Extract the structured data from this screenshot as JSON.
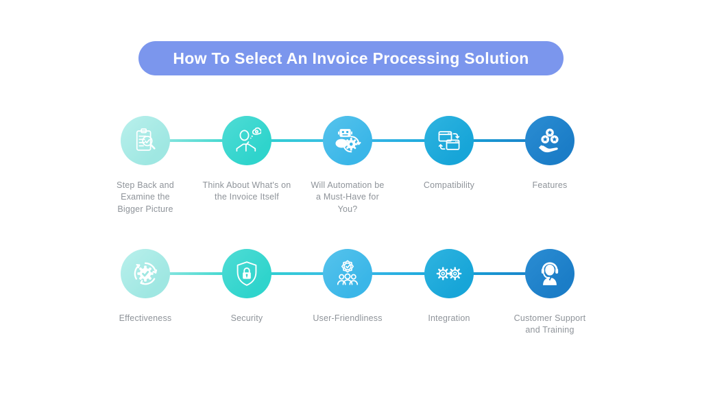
{
  "canvas": {
    "bg_color": "#ffffff"
  },
  "title": {
    "text": "How To Select An Invoice Processing Solution",
    "bg_color": "#7b96ed",
    "text_color": "#ffffff"
  },
  "label_color": "#8e9399",
  "connector_colors": [
    "#9ae8e2",
    "#2fd4cc",
    "#3cb9e9",
    "#18a6d9",
    "#1b7dc7"
  ],
  "rows": [
    {
      "steps": [
        {
          "label": "Step Back and\nExamine the\nBigger Picture",
          "icon": "clipboard-search-icon",
          "color": "#9fe7e2",
          "color_light": "#b9f0ec"
        },
        {
          "label": "Think About What's on\nthe Invoice Itself",
          "icon": "thinking-person-icon",
          "color": "#2fd4cc",
          "color_light": "#4fdcd5"
        },
        {
          "label": "Will Automation be\na Must-Have for\nYou?",
          "icon": "automation-robot-icon",
          "color": "#3ab6e8",
          "color_light": "#56c3ec"
        },
        {
          "label": "Compatibility",
          "icon": "windows-sync-icon",
          "color": "#17a5d8",
          "color_light": "#2fb4e0"
        },
        {
          "label": "Features",
          "icon": "hand-stars-icon",
          "color": "#1b7dc7",
          "color_light": "#2b8dd3"
        }
      ]
    },
    {
      "steps": [
        {
          "label": "Effectiveness",
          "icon": "gear-cycle-icon",
          "color": "#9fe7e2",
          "color_light": "#b9f0ec"
        },
        {
          "label": "Security",
          "icon": "shield-lock-icon",
          "color": "#2fd4cc",
          "color_light": "#4fdcd5"
        },
        {
          "label": "User-Friendliness",
          "icon": "users-badge-icon",
          "color": "#3ab6e8",
          "color_light": "#56c3ec"
        },
        {
          "label": "Integration",
          "icon": "gears-arrow-icon",
          "color": "#17a5d8",
          "color_light": "#2fb4e0"
        },
        {
          "label": "Customer Support\nand Training",
          "icon": "headset-person-icon",
          "color": "#1b7dc7",
          "color_light": "#2b8dd3"
        }
      ]
    }
  ]
}
